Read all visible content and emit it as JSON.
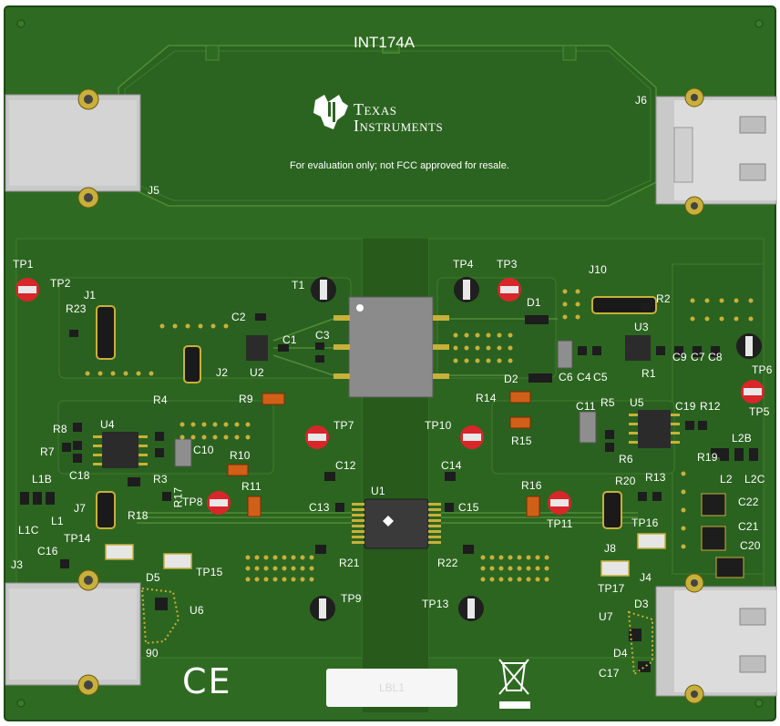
{
  "board": {
    "title": "INT174A",
    "brand": {
      "line1": "Texas",
      "line2": "Instruments"
    },
    "disclaimer": "For evaluation only; not FCC approved for resale.",
    "ce_mark": "CE",
    "label_area": "LBL1",
    "colors": {
      "pcb": "#2f6a22",
      "pcb_dark": "#265a1b",
      "silkscreen": "#ffffff",
      "copper_gold": "#c8b03a",
      "testpoint_red": "#d8262b",
      "testpoint_black": "#1f1f1f",
      "connector_gray": "#c9c9c9"
    }
  },
  "designators": {
    "TP1": "TP1",
    "TP2": "TP2",
    "J1": "J1",
    "R23": "R23",
    "C2": "C2",
    "T1": "T1",
    "C1": "C1",
    "C3": "C3",
    "U2": "U2",
    "J2": "J2",
    "TP4": "TP4",
    "TP3": "TP3",
    "J10": "J10",
    "D1": "D1",
    "R2": "R2",
    "U3": "U3",
    "C6": "C6",
    "C4": "C4",
    "C5": "C5",
    "R1": "R1",
    "C9": "C9",
    "C7": "C7",
    "C8": "C8",
    "TP6": "TP6",
    "TP5": "TP5",
    "R4": "R4",
    "R9": "R9",
    "R14": "R14",
    "D2": "D2",
    "R8": "R8",
    "U4": "U4",
    "C11": "C11",
    "R5": "R5",
    "U5": "U5",
    "C19": "C19",
    "R12": "R12",
    "R7": "R7",
    "C18": "C18",
    "C10": "C10",
    "TP7": "TP7",
    "TP10": "TP10",
    "R15": "R15",
    "L2B": "L2B",
    "R10": "R10",
    "R6": "R6",
    "R19": "R19",
    "L1B": "L1B",
    "R3": "R3",
    "C12": "C12",
    "C14": "C14",
    "R16": "R16",
    "R20": "R20",
    "R13": "R13",
    "L2": "L2",
    "L2C": "L2C",
    "J7": "J7",
    "R17": "R17",
    "R18": "R18",
    "TP8": "TP8",
    "R11": "R11",
    "C13": "C13",
    "U1": "U1",
    "C15": "C15",
    "TP11": "TP11",
    "C22": "C22",
    "L1": "L1",
    "L1C": "L1C",
    "TP14": "TP14",
    "TP16": "TP16",
    "C21": "C21",
    "J3": "J3",
    "C16": "C16",
    "TP15": "TP15",
    "R21": "R21",
    "R22": "R22",
    "J8": "J8",
    "C20": "C20",
    "D5": "D5",
    "U6": "U6",
    "TP17": "TP17",
    "J4": "J4",
    "TP9": "TP9",
    "TP13": "TP13",
    "D3": "D3",
    "U7": "U7",
    "D6": "90",
    "D4": "D4",
    "C17": "C17",
    "J5": "J5",
    "J6": "J6"
  }
}
